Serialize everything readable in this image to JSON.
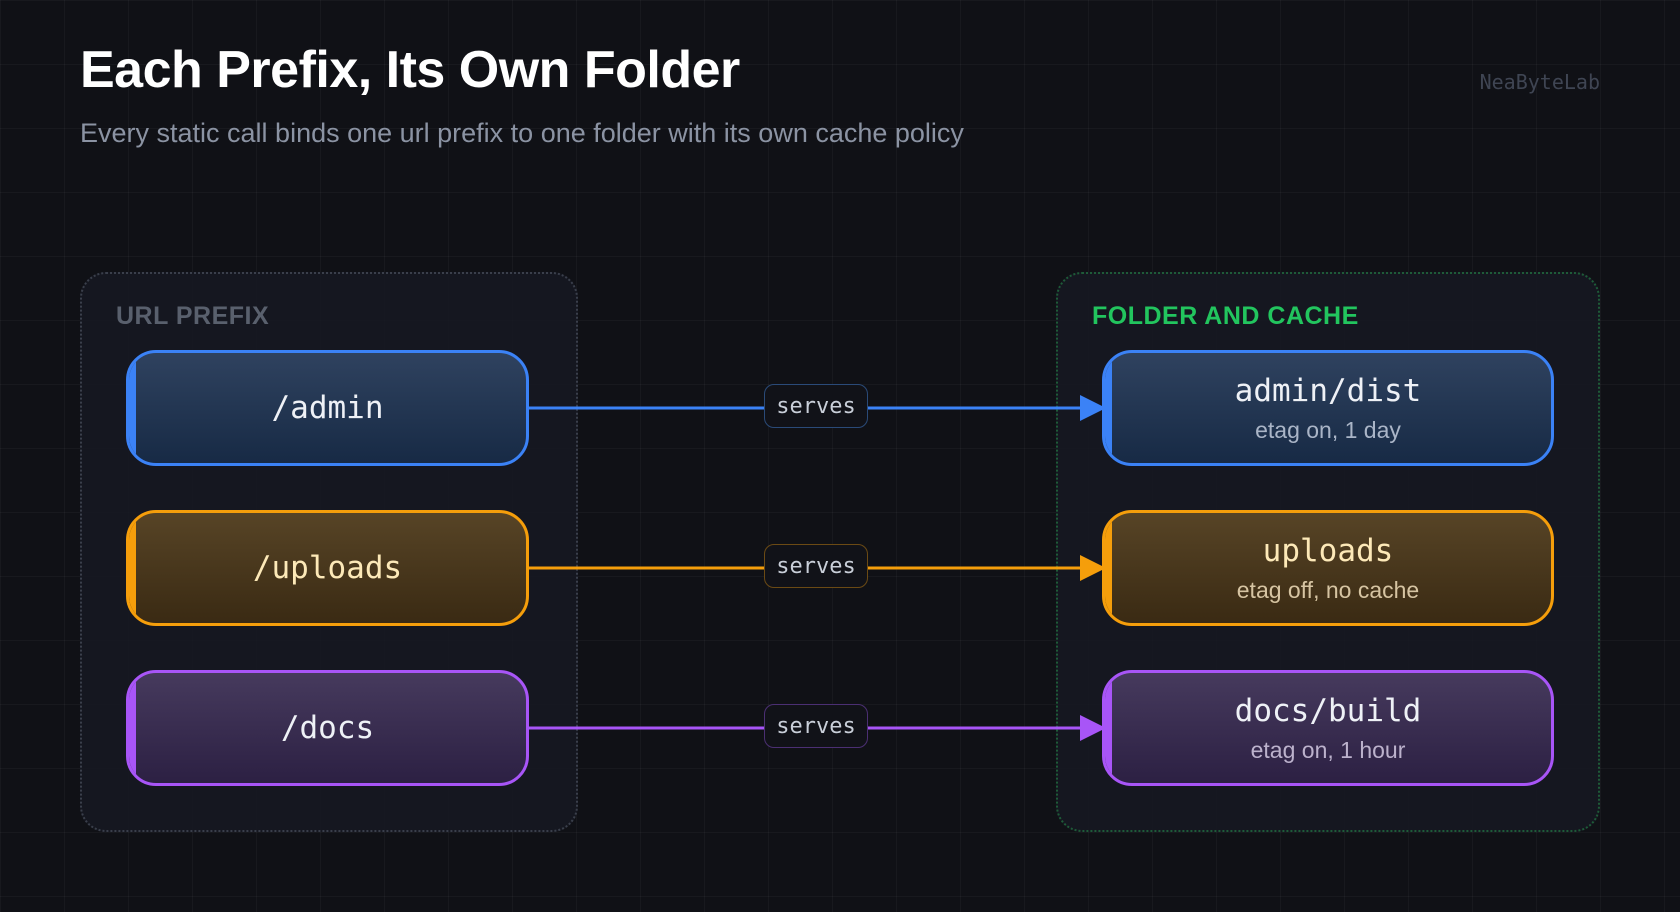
{
  "header": {
    "title": "Each Prefix, Its Own Folder",
    "subtitle": "Every static call binds one url prefix to one folder with its own cache policy",
    "brand": "NeaByteLab"
  },
  "groups": {
    "left_label": "URL PREFIX",
    "right_label": "FOLDER AND CACHE"
  },
  "mappings": [
    {
      "prefix": "/admin",
      "folder": "admin/dist",
      "cache": "etag on, 1 day",
      "edge_label": "serves",
      "color": "#3b82f6"
    },
    {
      "prefix": "/uploads",
      "folder": "uploads",
      "cache": "etag off, no cache",
      "edge_label": "serves",
      "color": "#f59e0b"
    },
    {
      "prefix": "/docs",
      "folder": "docs/build",
      "cache": "etag on, 1 hour",
      "edge_label": "serves",
      "color": "#a855f7"
    }
  ]
}
